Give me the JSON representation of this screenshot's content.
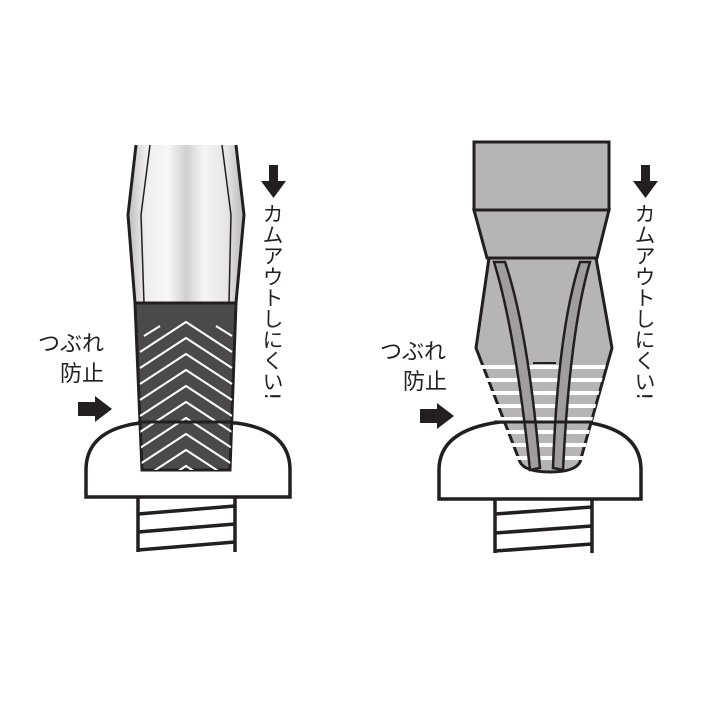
{
  "panels": [
    {
      "id": "left",
      "type": "slotted-style driver tip (dark treated tip)",
      "label_side": [
        "つぶれ",
        "防止"
      ],
      "label_vertical": "カムアウトしにくい!",
      "colors": {
        "tip": "#4a4a4a",
        "shaft_light": "#f2f2f2",
        "shaft_mid": "#c9c9c9",
        "outline": "#231f20",
        "stripes": "#ffffff"
      }
    },
    {
      "id": "right",
      "type": "phillips-style driver tip (grey)",
      "label_side": [
        "つぶれ",
        "防止"
      ],
      "label_vertical": "カムアウトしにくい!",
      "colors": {
        "shaft": "#b5b5b5",
        "flute": "#9e9e9e",
        "outline": "#231f20",
        "stripes": "#ffffff"
      }
    }
  ],
  "arrows": {
    "down": "down-arrow",
    "right": "right-arrow"
  }
}
